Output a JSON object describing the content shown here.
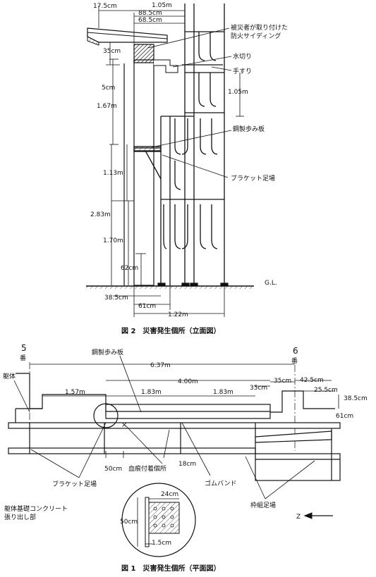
{
  "figure2": {
    "caption": "図 2　災害発生個所（立面図）",
    "dims": {
      "d1": "17.5cm",
      "d2": "1.05m",
      "d3": "88.5cm",
      "d4": "68.5cm",
      "d5": "35cm",
      "d6": "5cm",
      "d7": "1.67m",
      "d8": "1.05m",
      "d9": "1.13m",
      "d10": "2.83m",
      "d11": "1.70m",
      "d12": "62cm",
      "d13": "38.5cm",
      "d14": "61cm",
      "d15": "1.22m"
    },
    "labels": {
      "siding": "被災者が取り付けた",
      "siding2": "防火サイディング",
      "mizukiri": "水切り",
      "tesuri": "手すり",
      "ayumi": "鋼製歩み板",
      "bracket": "ブラケット足場",
      "gl": "G.L."
    }
  },
  "figure1": {
    "caption": "図 1　災害発生個所（平面図）",
    "grid": {
      "g5": "5",
      "g5b": "番",
      "g6": "6",
      "g6b": "番"
    },
    "dims": {
      "total": "6.37m",
      "a": "1.57m",
      "b": "4.00m",
      "c": "1.83m",
      "d": "1.83m",
      "e": "35cm",
      "f": "35cm",
      "g": "42.5cm",
      "h": "25.5cm",
      "i": "38.5cm",
      "j": "61cm",
      "k": "50cm",
      "l": "18cm",
      "m": "24cm",
      "n": "50cm",
      "o": "1.5cm"
    },
    "labels": {
      "kutai": "躯体",
      "ayumi": "鋼製歩み板",
      "blood": "血痕付着個所",
      "bracket": "ブラケット足場",
      "rubber": "ゴムバンド",
      "foundation1": "躯体基礎コンクリート",
      "foundation2": "張り出し部",
      "frame": "枠組足場",
      "north": "Z"
    }
  }
}
